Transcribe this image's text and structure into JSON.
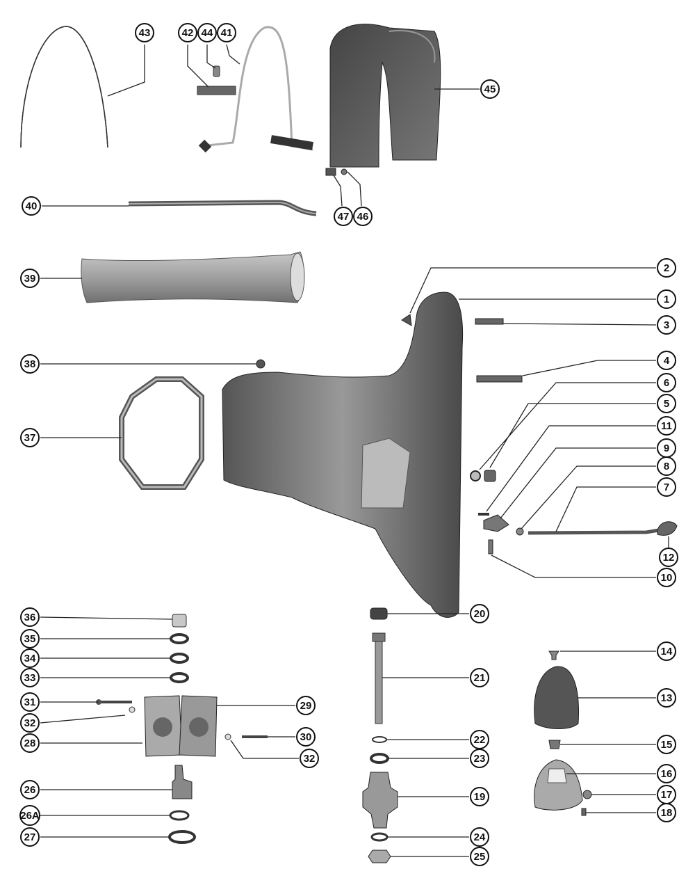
{
  "callouts": [
    {
      "id": "43",
      "label": "43"
    },
    {
      "id": "42",
      "label": "42"
    },
    {
      "id": "44",
      "label": "44"
    },
    {
      "id": "41",
      "label": "41"
    },
    {
      "id": "45",
      "label": "45"
    },
    {
      "id": "40",
      "label": "40"
    },
    {
      "id": "47",
      "label": "47"
    },
    {
      "id": "46",
      "label": "46"
    },
    {
      "id": "39",
      "label": "39"
    },
    {
      "id": "2",
      "label": "2"
    },
    {
      "id": "1",
      "label": "1"
    },
    {
      "id": "3",
      "label": "3"
    },
    {
      "id": "38",
      "label": "38"
    },
    {
      "id": "4",
      "label": "4"
    },
    {
      "id": "6",
      "label": "6"
    },
    {
      "id": "5",
      "label": "5"
    },
    {
      "id": "37",
      "label": "37"
    },
    {
      "id": "11",
      "label": "11"
    },
    {
      "id": "9",
      "label": "9"
    },
    {
      "id": "8",
      "label": "8"
    },
    {
      "id": "7",
      "label": "7"
    },
    {
      "id": "12",
      "label": "12"
    },
    {
      "id": "10",
      "label": "10"
    },
    {
      "id": "36",
      "label": "36"
    },
    {
      "id": "20",
      "label": "20"
    },
    {
      "id": "35",
      "label": "35"
    },
    {
      "id": "34",
      "label": "34"
    },
    {
      "id": "14",
      "label": "14"
    },
    {
      "id": "33",
      "label": "33"
    },
    {
      "id": "21",
      "label": "21"
    },
    {
      "id": "13",
      "label": "13"
    },
    {
      "id": "31",
      "label": "31"
    },
    {
      "id": "29",
      "label": "29"
    },
    {
      "id": "32a",
      "label": "32"
    },
    {
      "id": "28",
      "label": "28"
    },
    {
      "id": "30",
      "label": "30"
    },
    {
      "id": "22",
      "label": "22"
    },
    {
      "id": "15",
      "label": "15"
    },
    {
      "id": "32b",
      "label": "32"
    },
    {
      "id": "23",
      "label": "23"
    },
    {
      "id": "16",
      "label": "16"
    },
    {
      "id": "26",
      "label": "26"
    },
    {
      "id": "19",
      "label": "19"
    },
    {
      "id": "17",
      "label": "17"
    },
    {
      "id": "26A",
      "label": "26A"
    },
    {
      "id": "18",
      "label": "18"
    },
    {
      "id": "27",
      "label": "27"
    },
    {
      "id": "24",
      "label": "24"
    },
    {
      "id": "25",
      "label": "25"
    }
  ]
}
